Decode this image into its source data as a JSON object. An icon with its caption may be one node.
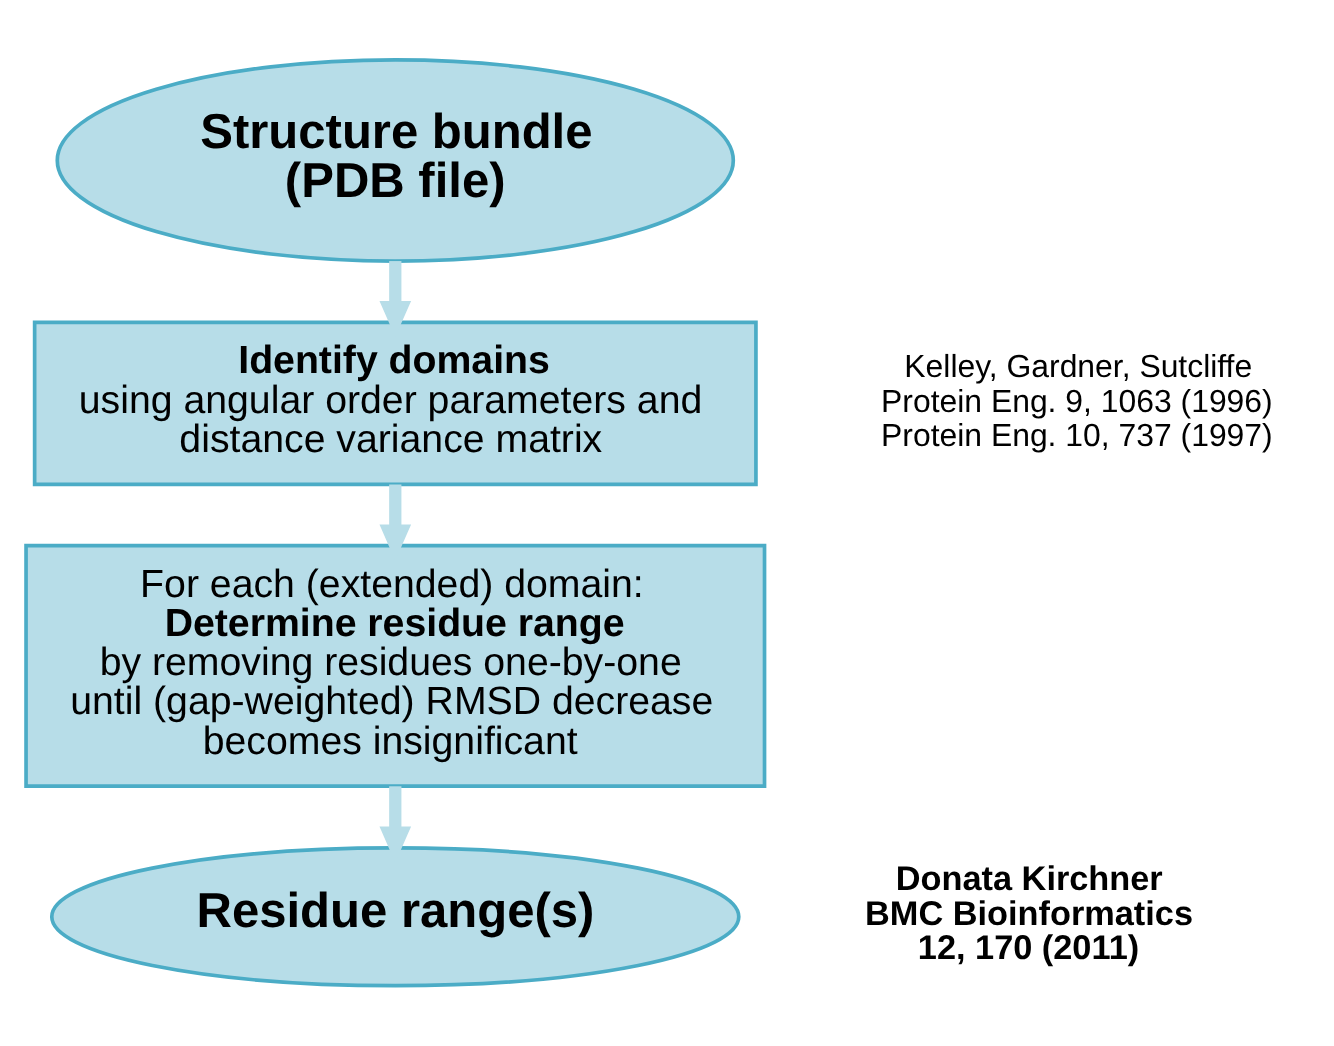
{
  "diagram": {
    "nodes": [
      {
        "text": [
          "Structure bundle (PDB file)"
        ]
      },
      {
        "text": [
          "Identify domains",
          "using angular order parameters and distance variance matrix"
        ]
      },
      {
        "text": [
          "For each (extended) domain:",
          "Determine residue range",
          "by removing residues one-by-one until (gap-weighted) RMSD decrease becomes insignificant"
        ]
      },
      {
        "text": [
          "Residue range(s)"
        ]
      }
    ],
    "edges": [
      {
        "from": 0,
        "to": 1,
        "arrow": "to"
      },
      {
        "from": 1,
        "to": 2,
        "arrow": "to"
      },
      {
        "from": 2,
        "to": 3,
        "arrow": "to"
      }
    ],
    "labels": [
      "Kelley, Gardner, Sutcliffe",
      "Protein Eng. 9, 1063 (1996)",
      "Protein Eng. 10, 737 (1997)",
      "Donata Kirchner",
      "BMC Bioinformatics",
      "12, 170 (2011)"
    ]
  }
}
